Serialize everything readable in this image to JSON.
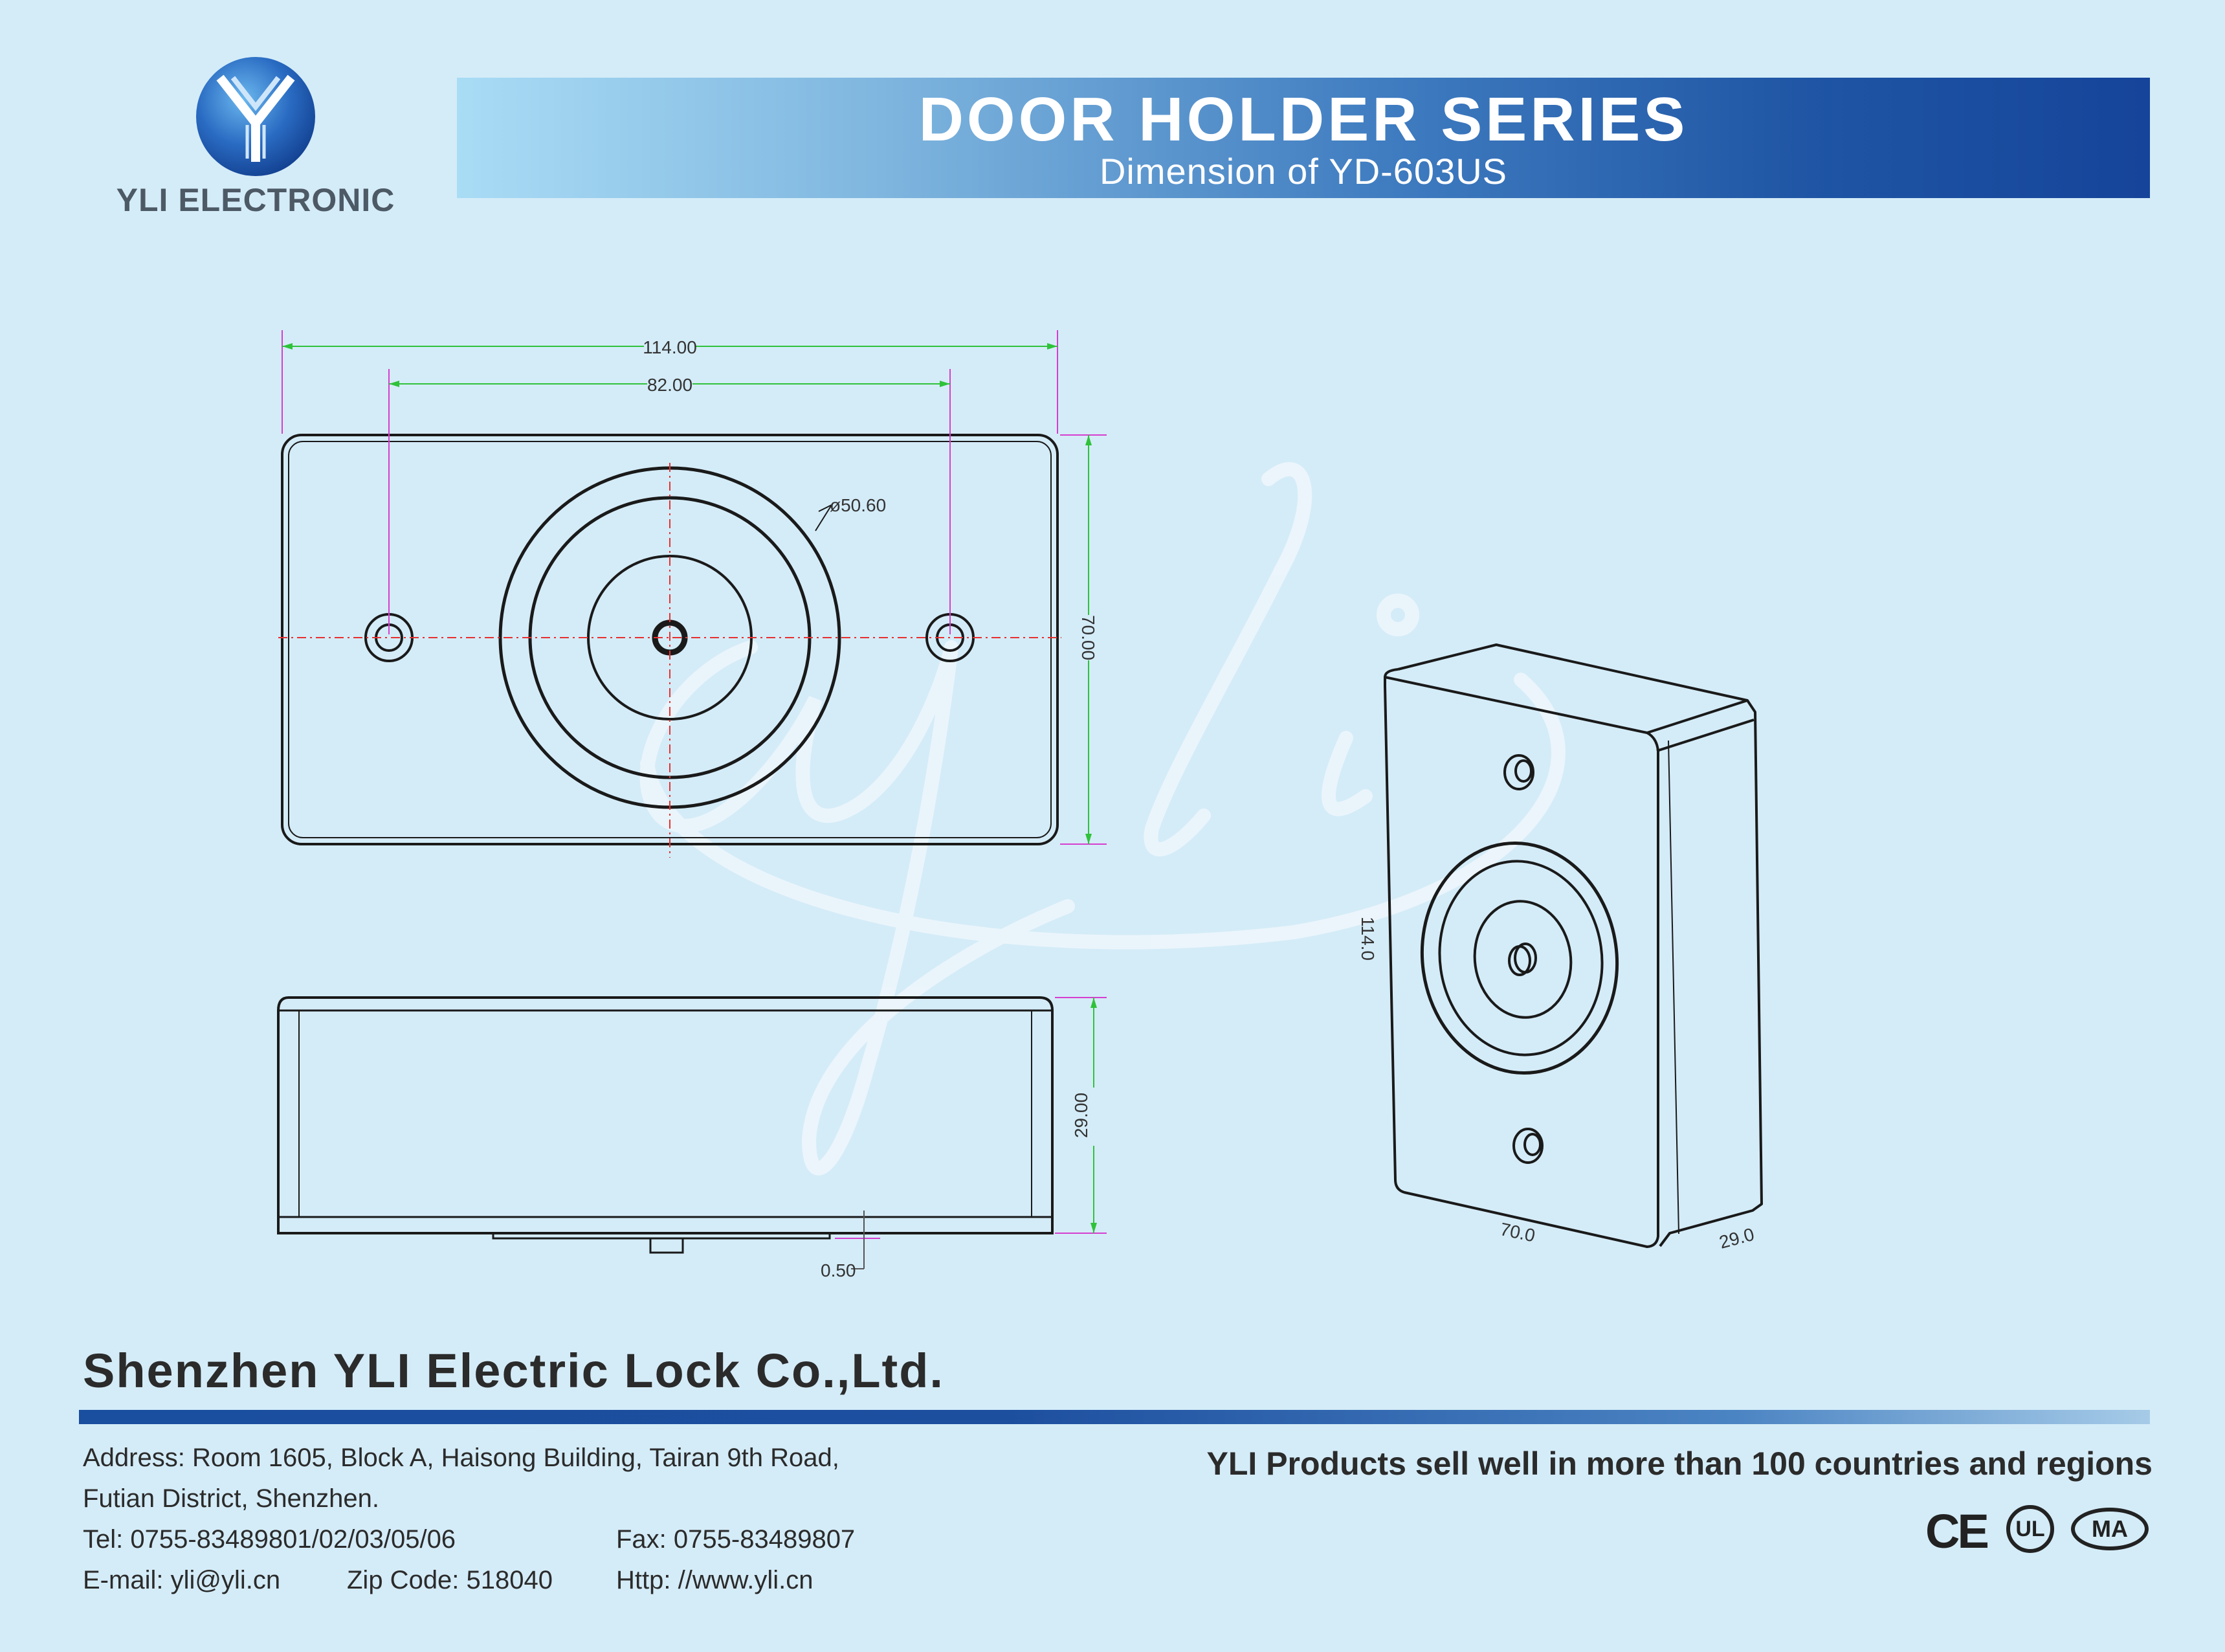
{
  "brand": {
    "name": "YLI ELECTRONIC",
    "watermark": "yli"
  },
  "banner": {
    "title": "DOOR HOLDER SERIES",
    "subtitle": "Dimension of YD-603US"
  },
  "dimensions": {
    "front_overall_width": "114.00",
    "front_hole_spacing": "82.00",
    "front_height": "70.00",
    "plate_diameter": "ø50.60",
    "side_depth": "29.00",
    "side_offset": "0.50",
    "iso_height": "114.0",
    "iso_width": "70.0",
    "iso_depth": "29.0"
  },
  "footer": {
    "company": "Shenzhen YLI Electric Lock Co.,Ltd.",
    "address_line1": "Address: Room 1605, Block A, Haisong Building, Tairan 9th Road,",
    "address_line2": "Futian District, Shenzhen.",
    "tel": "Tel: 0755-83489801/02/03/05/06",
    "fax": "Fax: 0755-83489807",
    "email": "E-mail: yli@yli.cn",
    "zip": "Zip Code: 518040",
    "http": "Http: //www.yli.cn",
    "tagline": "YLI Products sell well in more than 100 countries and regions",
    "certs": {
      "ce": "CE",
      "ul": "UL",
      "cma": "MA"
    }
  },
  "colors": {
    "dim_green": "#2fc23a",
    "dim_magenta": "#d53fcf",
    "center_red": "#e83030",
    "line": "#1a1a1a",
    "banner_dark": "#15449a"
  }
}
